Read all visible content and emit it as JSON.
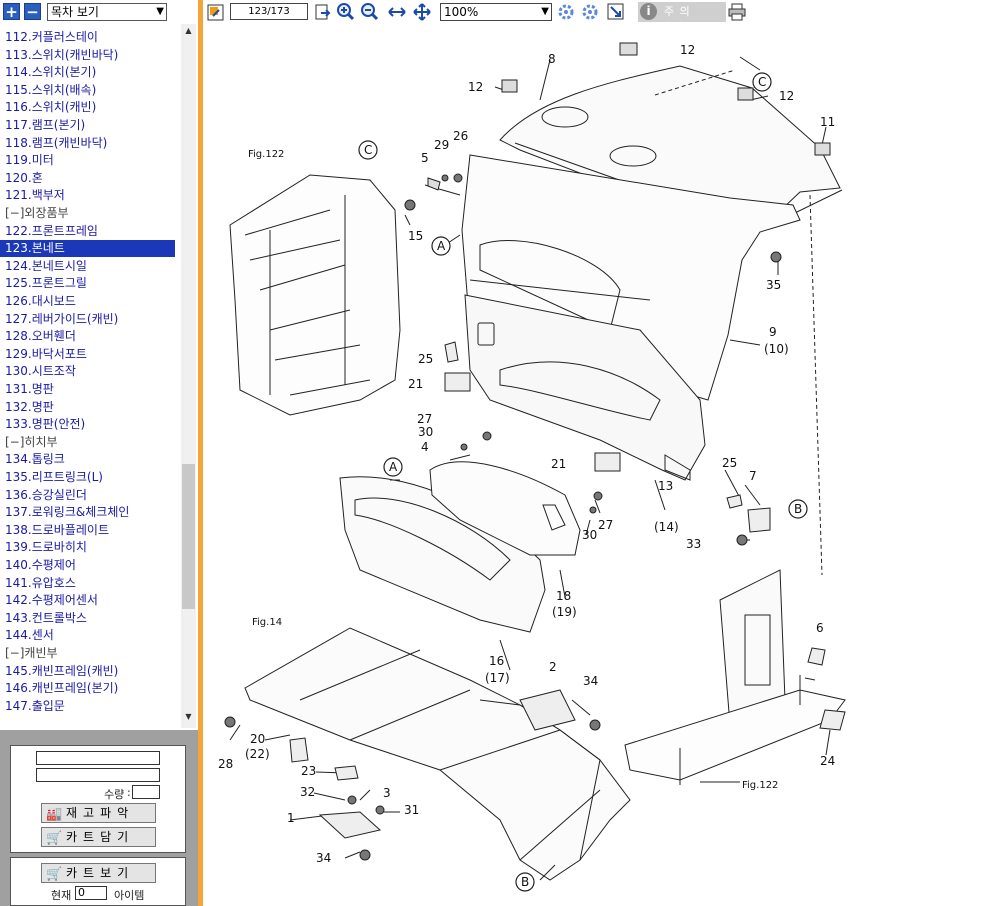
{
  "left_toolbar": {
    "expand": "+",
    "collapse": "−",
    "view_select": "목차 보기"
  },
  "tree": [
    {
      "label": "112.커플러스테이"
    },
    {
      "label": "113.스위치(캐빈바닥)"
    },
    {
      "label": "114.스위치(본기)"
    },
    {
      "label": "115.스위치(배속)"
    },
    {
      "label": "116.스위치(캐빈)"
    },
    {
      "label": "117.램프(본기)"
    },
    {
      "label": "118.램프(캐빈바닥)"
    },
    {
      "label": "119.미터"
    },
    {
      "label": "120.혼"
    },
    {
      "label": "121.백부저"
    },
    {
      "label": "[−]외장품부",
      "section": true
    },
    {
      "label": "122.프론트프레임"
    },
    {
      "label": "123.본네트",
      "selected": true
    },
    {
      "label": "124.본네트시일"
    },
    {
      "label": "125.프론트그릴"
    },
    {
      "label": "126.대시보드"
    },
    {
      "label": "127.레버가이드(캐빈)"
    },
    {
      "label": "128.오버휀더"
    },
    {
      "label": "129.바닥서포트"
    },
    {
      "label": "130.시트조작"
    },
    {
      "label": "131.명판"
    },
    {
      "label": "132.명판"
    },
    {
      "label": "133.명판(안전)"
    },
    {
      "label": "[−]히치부",
      "section": true
    },
    {
      "label": "134.톱링크"
    },
    {
      "label": "135.리프트링크(L)"
    },
    {
      "label": "136.승강실린더"
    },
    {
      "label": "137.로워링크&체크체인"
    },
    {
      "label": "138.드로바플레이트"
    },
    {
      "label": "139.드로바히치"
    },
    {
      "label": "140.수평제어"
    },
    {
      "label": "141.유압호스"
    },
    {
      "label": "142.수평제어센서"
    },
    {
      "label": "143.컨트롤박스"
    },
    {
      "label": "144.센서"
    },
    {
      "label": "[−]캐빈부",
      "section": true
    },
    {
      "label": "145.캐빈프레임(캐빈)"
    },
    {
      "label": "146.캐빈프레임(본기)"
    },
    {
      "label": "147.출입문"
    }
  ],
  "order_panel": {
    "qty_label": "수량",
    "stock_button": "재고파악",
    "cart_add_button": "카트담기"
  },
  "cart_panel": {
    "cart_view_button": "카트보기",
    "current_label": "현재",
    "count_value": "0",
    "item_label": "아이템"
  },
  "main_toolbar": {
    "page": "123/173",
    "zoom": "100%",
    "info_label": "주    의"
  },
  "drawing": {
    "labels": [
      "Fig.122",
      "Fig.14",
      "Fig.122",
      "A",
      "A",
      "B",
      "B",
      "C",
      "C",
      "1",
      "2",
      "3",
      "4",
      "5",
      "6",
      "7",
      "8",
      "9",
      "(10)",
      "11",
      "12",
      "12",
      "12",
      "13",
      "(14)",
      "15",
      "16",
      "(17)",
      "18",
      "(19)",
      "20",
      "(22)",
      "21",
      "21",
      "23",
      "24",
      "25",
      "25",
      "26",
      "27",
      "27",
      "28",
      "29",
      "30",
      "30",
      "31",
      "32",
      "33",
      "34",
      "34",
      "35"
    ]
  },
  "colors": {
    "selection": "#1b38b8",
    "link": "#1a1aa6",
    "divider": "#f7a23a"
  }
}
